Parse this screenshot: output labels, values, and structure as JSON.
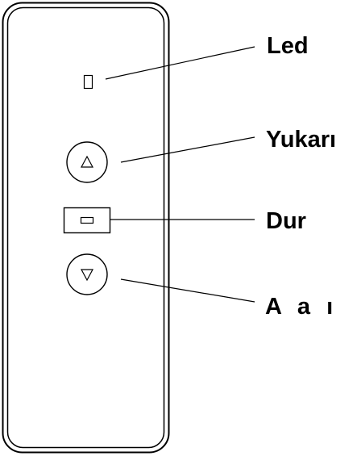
{
  "remote": {
    "buttons": [
      {
        "id": "led",
        "label": "Led",
        "icon": "led-indicator"
      },
      {
        "id": "up",
        "label": "Yukarı",
        "icon": "triangle-up-icon"
      },
      {
        "id": "stop",
        "label": "Dur",
        "icon": "stop-bar-icon"
      },
      {
        "id": "down",
        "label": "A a ı",
        "icon": "triangle-down-icon"
      }
    ]
  },
  "colors": {
    "stroke": "#000000",
    "background": "#ffffff"
  }
}
